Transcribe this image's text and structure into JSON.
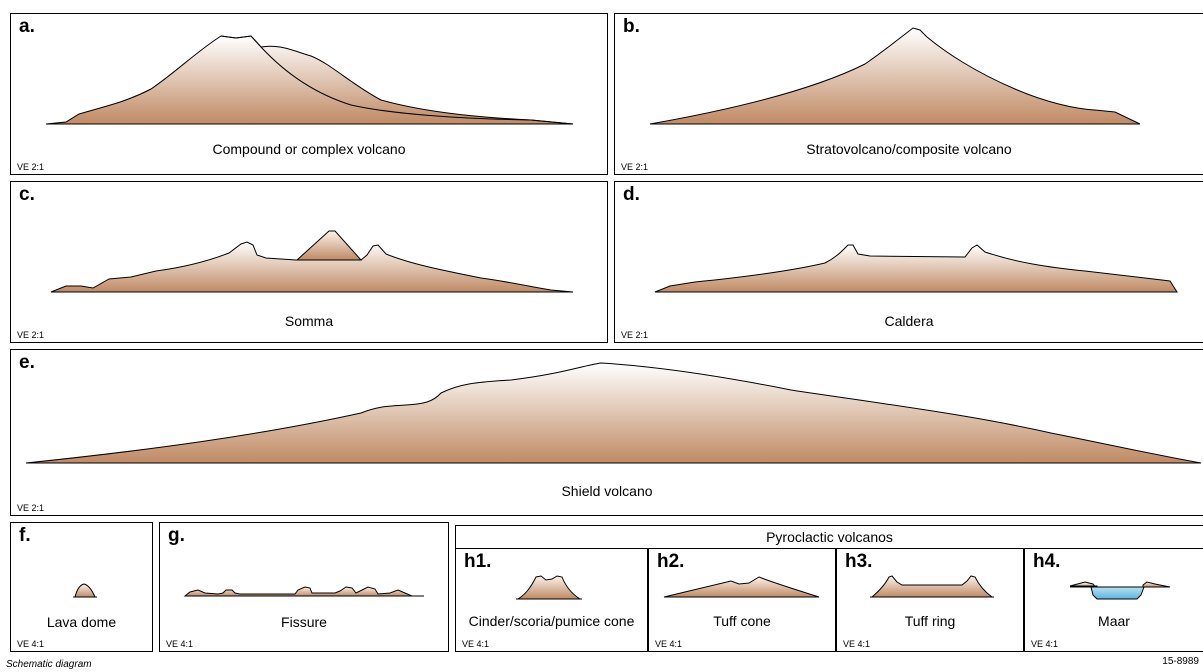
{
  "panels": {
    "a": {
      "letter": "a.",
      "caption": "Compound or complex volcano",
      "ve": "VE 2:1"
    },
    "b": {
      "letter": "b.",
      "caption": "Stratovolcano/composite volcano",
      "ve": "VE 2:1"
    },
    "c": {
      "letter": "c.",
      "caption": "Somma",
      "ve": "VE 2:1"
    },
    "d": {
      "letter": "d.",
      "caption": "Caldera",
      "ve": "VE 2:1"
    },
    "e": {
      "letter": "e.",
      "caption": "Shield volcano",
      "ve": "VE 2:1"
    },
    "f": {
      "letter": "f.",
      "caption": "Lava dome",
      "ve": "VE 4:1"
    },
    "g": {
      "letter": "g.",
      "caption": "Fissure",
      "ve": "VE 4:1"
    },
    "h1": {
      "letter": "h1.",
      "caption": "Cinder/scoria/pumice cone",
      "ve": "VE 4:1"
    },
    "h2": {
      "letter": "h2.",
      "caption": "Tuff cone",
      "ve": "VE 4:1"
    },
    "h3": {
      "letter": "h3.",
      "caption": "Tuff ring",
      "ve": "VE 4:1"
    },
    "h4": {
      "letter": "h4.",
      "caption": "Maar",
      "ve": "VE 4:1"
    }
  },
  "group_header": "Pyroclactic volcanos",
  "footer": {
    "left": "Schematic diagram",
    "right": "15-8989"
  },
  "colors": {
    "fill_top": "#ffffff",
    "fill_bottom": "#c08a64",
    "water": "#7ec5e6",
    "outline": "#000000"
  }
}
